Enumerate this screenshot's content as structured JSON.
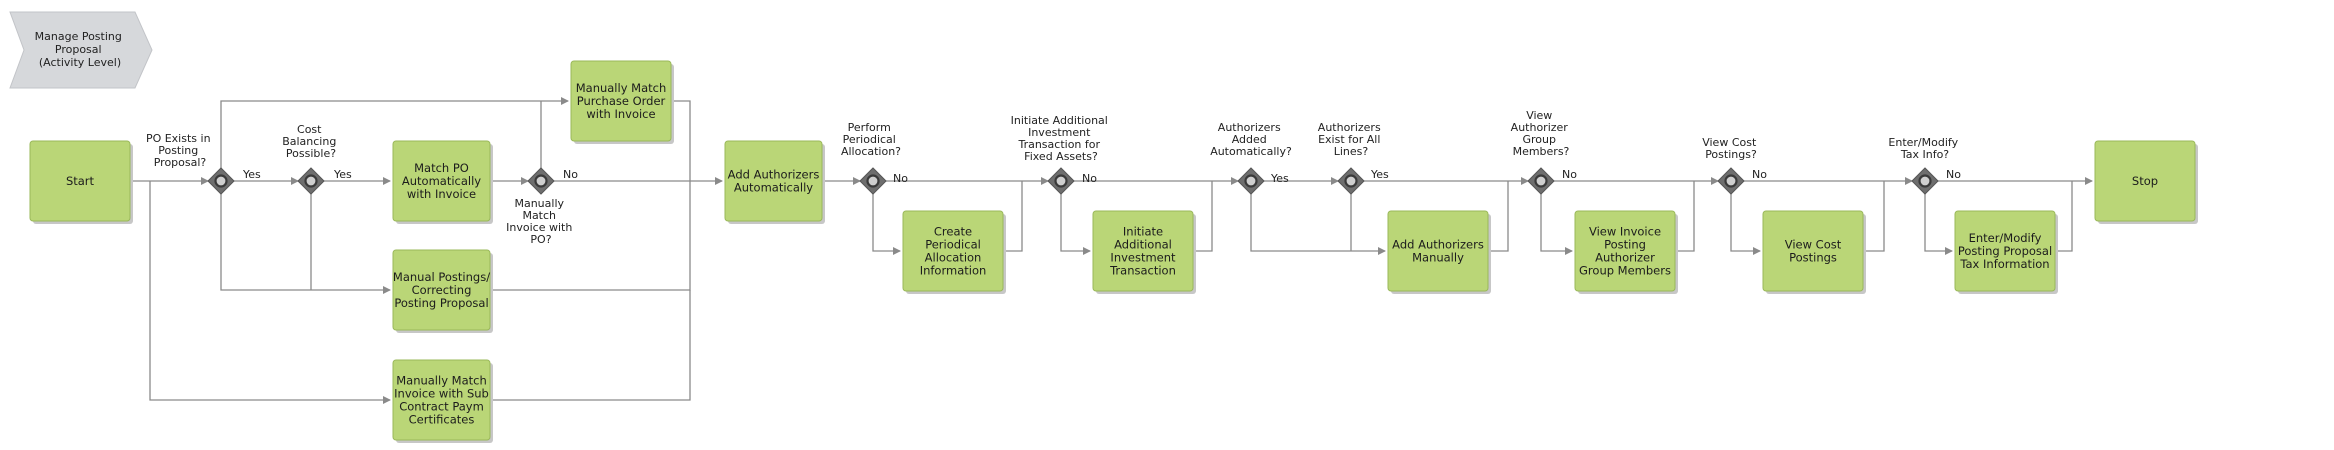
{
  "colors": {
    "activity_fill": "#bad677",
    "activity_stroke": "#9ab85a",
    "shadow": "#c7c7c7",
    "gateway_outer": "#6e6e6e",
    "gateway_inner": "#3a3a3a",
    "connector": "#8a8a8a",
    "chevron_fill": "#d6d8db"
  },
  "header": {
    "lines": [
      "Manage Posting",
      "Proposal",
      "(Activity Level)"
    ]
  },
  "activities": {
    "start": [
      "Start"
    ],
    "match_po": [
      "Match PO",
      "Automatically",
      "with Invoice"
    ],
    "manual_match_po": [
      "Manually Match",
      "Purchase Order",
      "with Invoice"
    ],
    "manual_postings": [
      "Manual Postings/",
      "Correcting",
      "Posting Proposal"
    ],
    "manual_match_sub": [
      "Manually Match",
      "Invoice with Sub",
      "Contract Paym",
      "Certificates"
    ],
    "add_auth_auto": [
      "Add Authorizers",
      "Automatically"
    ],
    "create_periodical": [
      "Create",
      "Periodical",
      "Allocation",
      "Information"
    ],
    "initiate_investment": [
      "Initiate",
      "Additional",
      "Investment",
      "Transaction"
    ],
    "add_auth_manual": [
      "Add Authorizers",
      "Manually"
    ],
    "view_invoice_posting": [
      "View Invoice",
      "Posting",
      "Authorizer",
      "Group Members"
    ],
    "view_cost": [
      "View Cost",
      "Postings"
    ],
    "enter_tax": [
      "Enter/Modify",
      "Posting Proposal",
      "Tax Information"
    ],
    "stop": [
      "Stop"
    ]
  },
  "gateways": {
    "po_exists": [
      "PO Exists in",
      "Posting",
      "Proposal?"
    ],
    "cost_balancing": [
      "Cost",
      "Balancing",
      "Possible?"
    ],
    "manually_match": [
      "Manually",
      "Match",
      "Invoice with",
      "PO?"
    ],
    "periodical": [
      "Perform",
      "Periodical",
      "Allocation?"
    ],
    "investment": [
      "Initiate Additional",
      "Investment",
      "Transaction for",
      "Fixed Assets?"
    ],
    "auth_added": [
      "Authorizers",
      "Added",
      "Automatically?"
    ],
    "auth_exist": [
      "Authorizers",
      "Exist for All",
      "Lines?"
    ],
    "view_group": [
      "View",
      "Authorizer",
      "Group",
      "Members?"
    ],
    "view_cost_q": [
      "View Cost",
      "Postings?"
    ],
    "tax_info": [
      "Enter/Modify",
      "Tax Info?"
    ]
  },
  "edge_labels": {
    "yes": "Yes",
    "no": "No"
  }
}
